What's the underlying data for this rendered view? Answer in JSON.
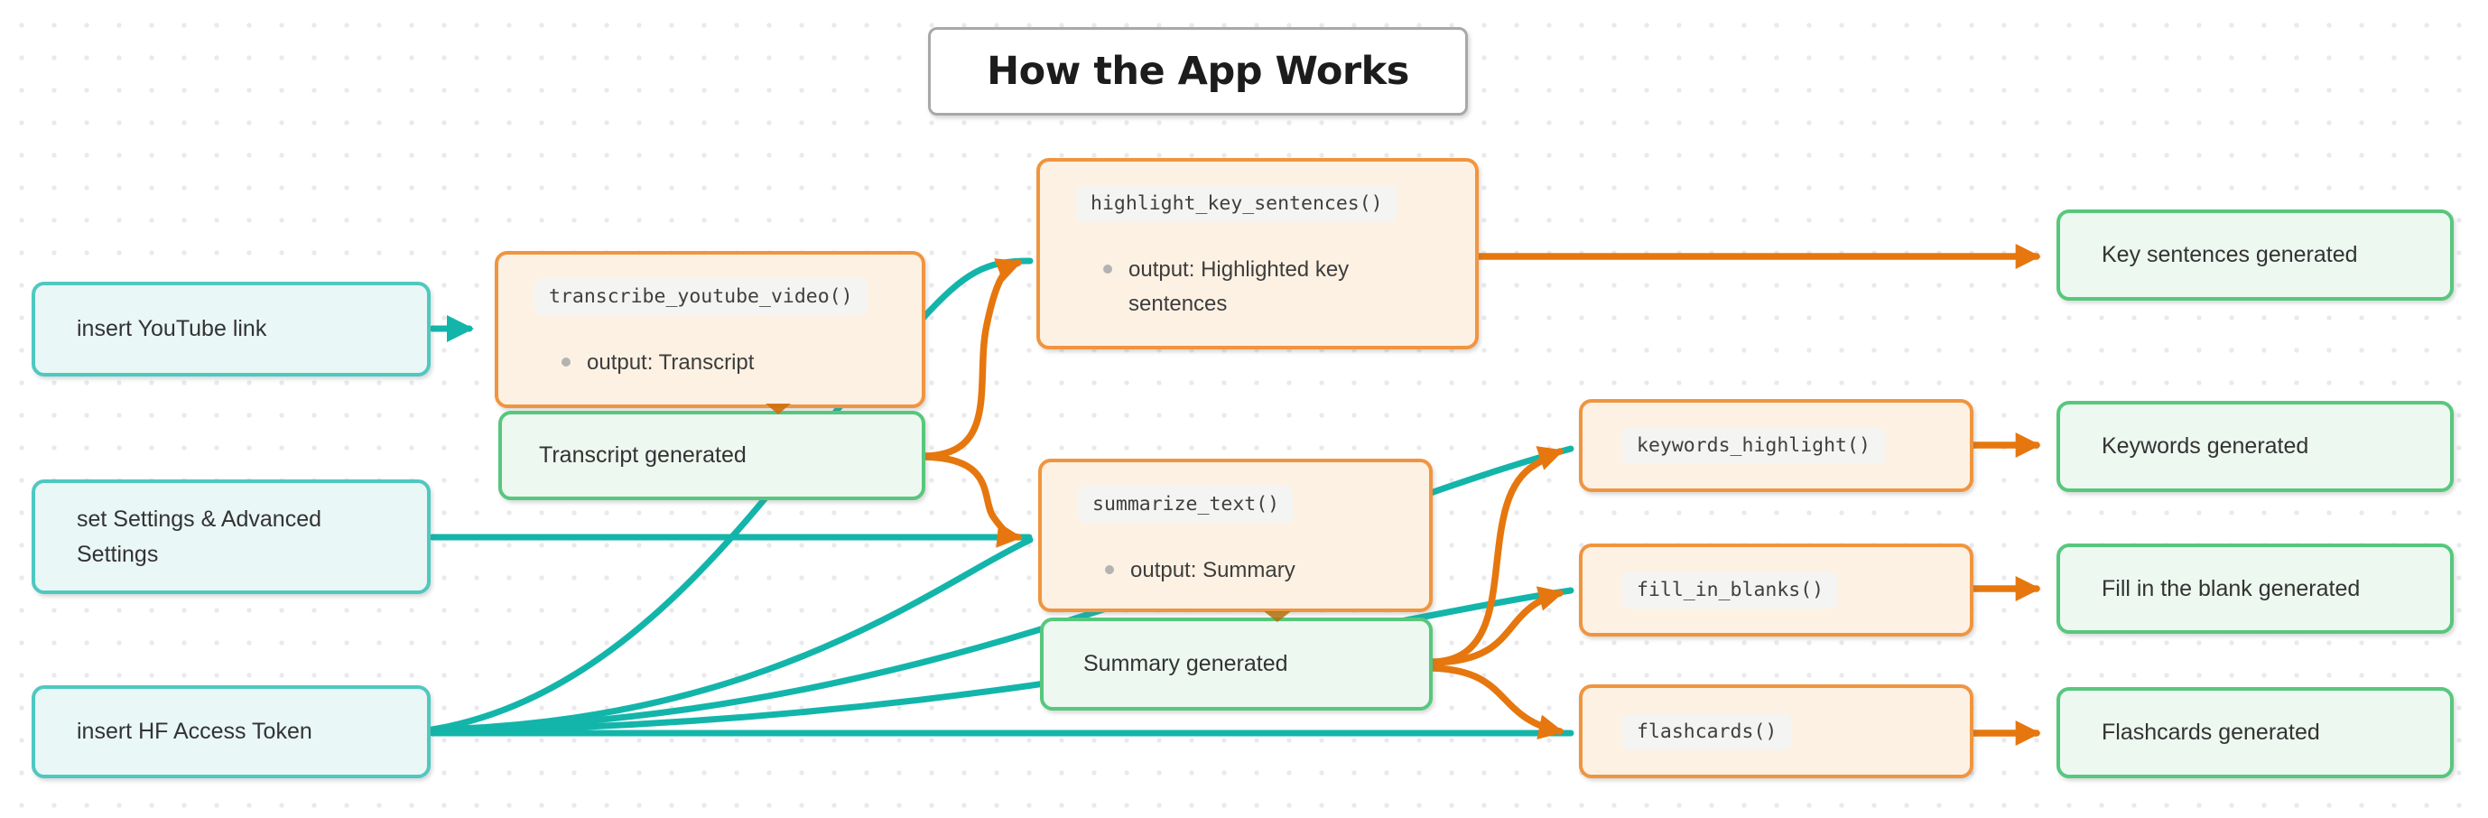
{
  "title": "How the App Works",
  "nodes": {
    "youtube": {
      "label": "insert YouTube link"
    },
    "settings": {
      "label": "set Settings & Advanced Settings"
    },
    "hf_token": {
      "label": "insert HF Access Token"
    },
    "transcribe": {
      "code": "transcribe_youtube_video()",
      "output": "output: Transcript"
    },
    "transcript_generated": {
      "label": "Transcript generated"
    },
    "highlight": {
      "code": "highlight_key_sentences()",
      "output": "output: Highlighted key sentences"
    },
    "summarize": {
      "code": "summarize_text()",
      "output": "output: Summary"
    },
    "summary_generated": {
      "label": "Summary generated"
    },
    "keywords": {
      "code": "keywords_highlight()"
    },
    "fill_blanks": {
      "code": "fill_in_blanks()"
    },
    "flashcards": {
      "code": "flashcards()"
    },
    "key_sentences_generated": {
      "label": "Key sentences generated"
    },
    "keywords_generated": {
      "label": "Keywords generated"
    },
    "fill_blank_generated": {
      "label": "Fill in the blank generated"
    },
    "flashcards_generated": {
      "label": "Flashcards generated"
    }
  },
  "edges": [
    {
      "from": "insert YouTube link",
      "to": "transcribe_youtube_video()",
      "color": "teal"
    },
    {
      "from": "set Settings & Advanced Settings",
      "to": "summarize_text()",
      "color": "teal"
    },
    {
      "from": "insert HF Access Token",
      "to": "highlight_key_sentences()",
      "color": "teal"
    },
    {
      "from": "insert HF Access Token",
      "to": "summarize_text()",
      "color": "teal"
    },
    {
      "from": "insert HF Access Token",
      "to": "keywords_highlight()",
      "color": "teal"
    },
    {
      "from": "insert HF Access Token",
      "to": "fill_in_blanks()",
      "color": "teal"
    },
    {
      "from": "insert HF Access Token",
      "to": "flashcards()",
      "color": "teal"
    },
    {
      "from": "transcribe_youtube_video()",
      "to": "Transcript generated",
      "color": "orange"
    },
    {
      "from": "Transcript generated",
      "to": "highlight_key_sentences()",
      "color": "orange"
    },
    {
      "from": "Transcript generated",
      "to": "summarize_text()",
      "color": "orange"
    },
    {
      "from": "highlight_key_sentences()",
      "to": "Key sentences generated",
      "color": "orange"
    },
    {
      "from": "summarize_text()",
      "to": "Summary generated",
      "color": "orange"
    },
    {
      "from": "Summary generated",
      "to": "keywords_highlight()",
      "color": "orange"
    },
    {
      "from": "Summary generated",
      "to": "fill_in_blanks()",
      "color": "orange"
    },
    {
      "from": "Summary generated",
      "to": "flashcards()",
      "color": "orange"
    },
    {
      "from": "keywords_highlight()",
      "to": "Keywords generated",
      "color": "orange"
    },
    {
      "from": "fill_in_blanks()",
      "to": "Fill in the blank generated",
      "color": "orange"
    },
    {
      "from": "flashcards()",
      "to": "Flashcards generated",
      "color": "orange"
    }
  ],
  "colors": {
    "edge_teal": "#13b5aa",
    "edge_orange": "#e6770e",
    "teal_node_border": "#4fc8c0",
    "teal_node_fill": "#e9f7f6",
    "orange_node_border": "#f0953f",
    "orange_node_fill": "#fdf1e3",
    "green_node_border": "#57c77d",
    "green_node_fill": "#edf8f1",
    "code_chip_bg": "#f4f4f2",
    "title_border": "#a8a8a8"
  },
  "icons": {
    "bullet": "small gray disc",
    "arrowhead": "solid triangle pointing right"
  }
}
